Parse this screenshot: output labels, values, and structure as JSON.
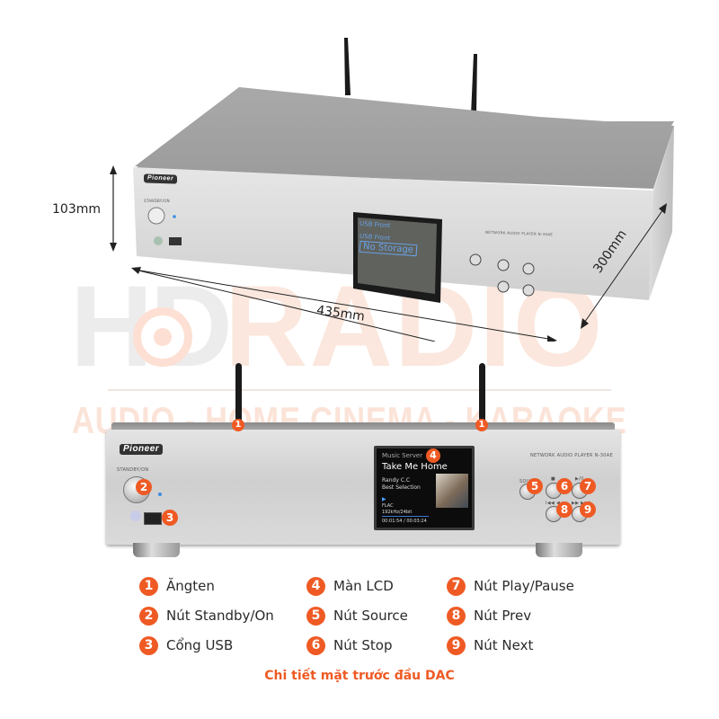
{
  "watermark": {
    "brand_left": "HD",
    "brand_right": "RADIO",
    "tagline": "AUDIO - HOME CINEMA - KARAOKE"
  },
  "dimensions": {
    "height": "103mm",
    "width": "435mm",
    "depth": "300mm"
  },
  "top_device": {
    "brand": "Pioneer",
    "standby_label": "STANDBY/ON",
    "model_label": "NETWORK AUDIO PLAYER N-30AE",
    "lcd": {
      "line1": "USB Front",
      "line2": "USB Front",
      "line3": "No Storage"
    }
  },
  "front_device": {
    "brand": "Pioneer",
    "standby_label": "STANDBY/ON",
    "model_label": "NETWORK AUDIO PLAYER N-30AE",
    "source_label": "SOURCE",
    "stop_label": "■",
    "play_label": "▶/II",
    "prev_label": "I◀◀ ◀◀",
    "next_label": "▶▶ ▶▶I",
    "lcd": {
      "source": "Music Server",
      "title": "Take Me Home",
      "artist": "Randy C.C",
      "album": "Best Selection",
      "format": "FLAC",
      "quality": "192kHz/24bit",
      "time": "00:01:54 / 00:03:24"
    },
    "callouts": [
      "1",
      "1",
      "2",
      "3",
      "4",
      "5",
      "6",
      "7",
      "8",
      "9"
    ]
  },
  "legend": {
    "items": [
      {
        "num": "1",
        "label": "Ăngten"
      },
      {
        "num": "2",
        "label": "Nút Standby/On"
      },
      {
        "num": "3",
        "label": "Cổng USB"
      },
      {
        "num": "4",
        "label": "Màn LCD"
      },
      {
        "num": "5",
        "label": "Nút Source"
      },
      {
        "num": "6",
        "label": "Nút Stop"
      },
      {
        "num": "7",
        "label": "Nút Play/Pause"
      },
      {
        "num": "8",
        "label": "Nút Prev"
      },
      {
        "num": "9",
        "label": "Nút Next"
      }
    ],
    "caption": "Chi tiết mặt trước đầu DAC"
  },
  "colors": {
    "accent": "#ef5a24",
    "text": "#2a2a2a",
    "chassis": "#d6d6d6"
  }
}
